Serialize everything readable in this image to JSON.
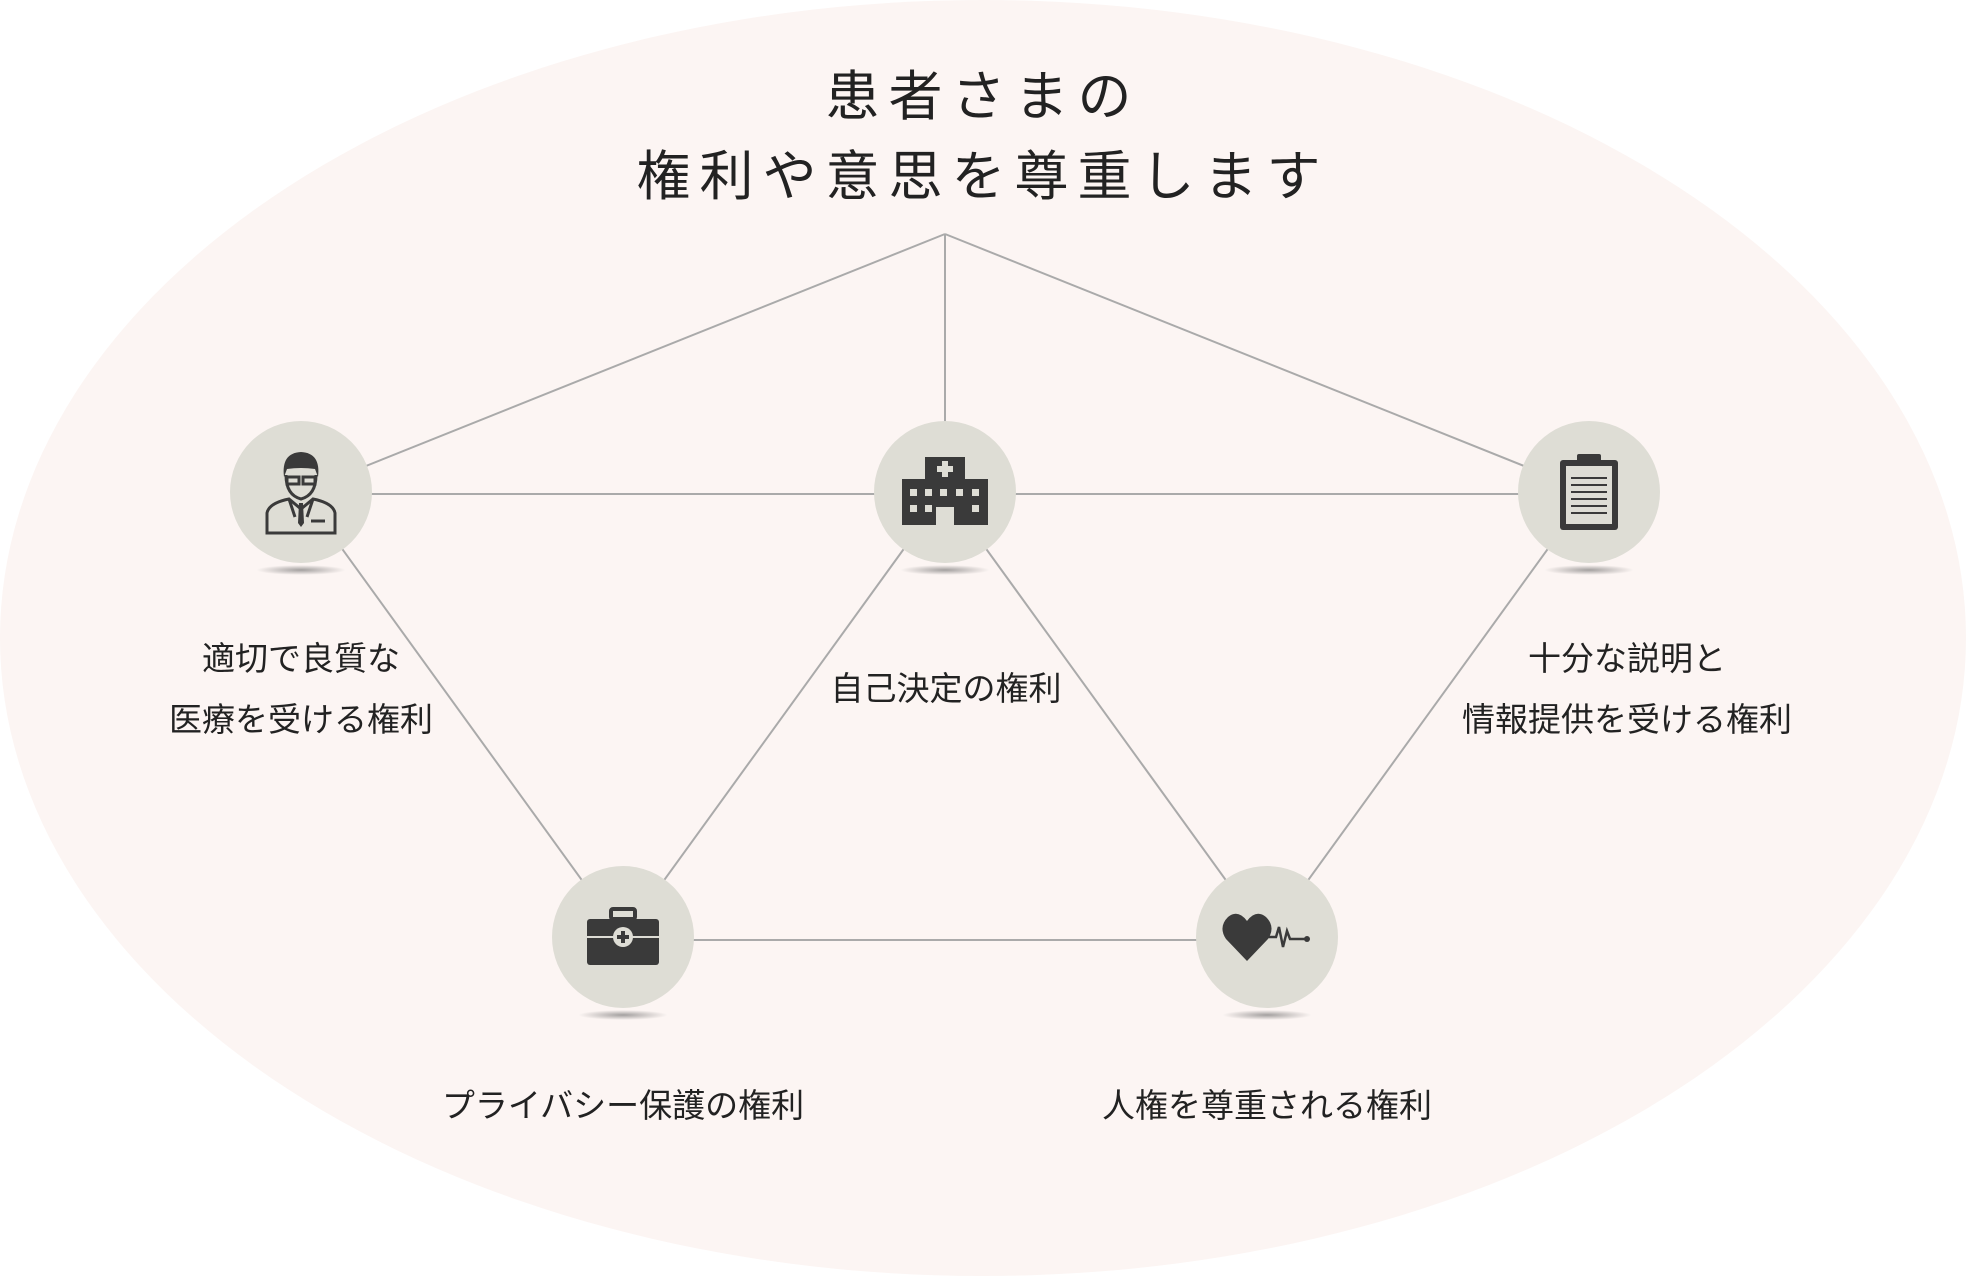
{
  "title": {
    "line1": "患者さまの",
    "line2": "権利や意思を尊重します"
  },
  "colors": {
    "background": "#fcf5f3",
    "node": "#deddd5",
    "icon": "#3a3a3a",
    "line": "#aaaaaa"
  },
  "nodes": [
    {
      "icon": "doctor-icon",
      "label_lines": [
        "適切で良質な",
        "医療を受ける権利"
      ]
    },
    {
      "icon": "hospital-icon",
      "label_lines": [
        "自己決定の権利"
      ]
    },
    {
      "icon": "clipboard-icon",
      "label_lines": [
        "十分な説明と",
        "情報提供を受ける権利"
      ]
    },
    {
      "icon": "medical-kit-icon",
      "label_lines": [
        "プライバシー保護の権利"
      ]
    },
    {
      "icon": "heartbeat-icon",
      "label_lines": [
        "人権を尊重される権利"
      ]
    }
  ]
}
